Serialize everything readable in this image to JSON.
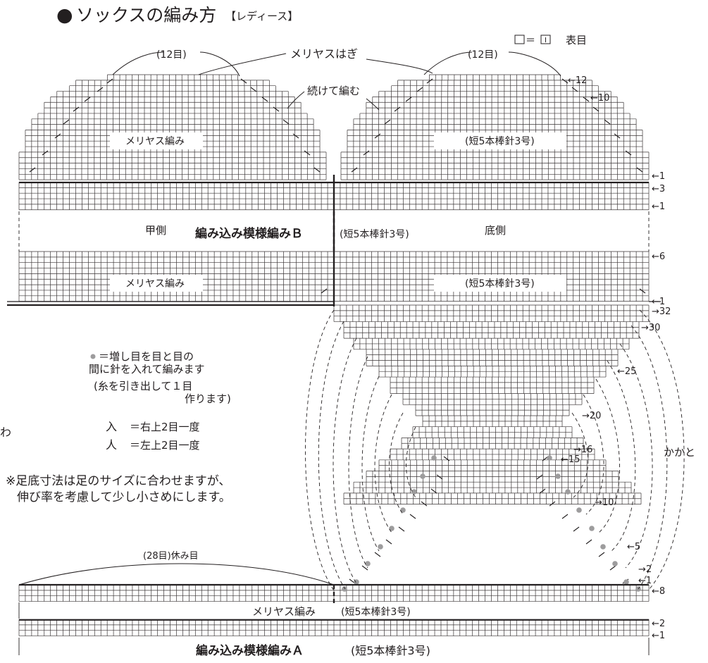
{
  "title": {
    "bullet": "●",
    "main": "ソックスの編み方",
    "sub": "【レディース】"
  },
  "legend": {
    "symbol_text": "＝",
    "label": "表目"
  },
  "toe": {
    "left_count": "(12目)",
    "right_count": "(12目)",
    "join_label": "メリヤスはぎ",
    "continue_label": "続けて編む",
    "left_label": "メリヤス編み",
    "right_label": "(短5本棒針3号)",
    "row_labels": [
      "←12",
      "←10",
      "←1",
      "←3",
      "←1"
    ]
  },
  "foot": {
    "instep_label": "甲側",
    "pattern_label": "編み込み模様編みＢ",
    "needle_label": "(短5本棒針3号)",
    "sole_label": "底側",
    "row_labels": [
      "←6",
      "←1"
    ],
    "left_label": "メリヤス編み",
    "right_label": "(短5本棒針3号)"
  },
  "heel": {
    "label": "かかと",
    "row_labels": [
      "→32",
      "→30",
      "←25",
      "→20",
      "→16",
      "←15",
      "→10",
      "←5",
      "→2",
      "←1",
      "←8"
    ]
  },
  "notes": {
    "increase_mark": "●",
    "increase_lines": [
      "＝増し目を目と目の",
      "間に針を入れて編みます",
      "(糸を引き出して１目",
      "作ります)"
    ],
    "right_dec_symbol": "入",
    "right_dec_label": "＝右上2目一度",
    "left_dec_symbol": "人",
    "left_dec_label": "＝左上2目一度",
    "fragment": "わ",
    "sole_note": [
      "※足底寸法は足のサイズに合わせますが、",
      "伸び率を考慮して少し小さめにします。"
    ]
  },
  "cuff": {
    "rest_label": "(28目)休み目",
    "stockinette_label": "メリヤス編み",
    "needle_label": "(短5本棒針3号)",
    "row_labels": [
      "←2",
      "←1"
    ],
    "pattern_label": "編み込み模様編みＡ",
    "pattern_needle": "(短5本棒針3号)"
  },
  "colors": {
    "ink": "#231f20",
    "grid": "#3a3536",
    "dot": "#9d9c9d"
  },
  "icons": {
    "stitch_box": "knit-stitch-icon",
    "increase": "increase-dot-icon",
    "right_dec": "right-decrease-icon",
    "left_dec": "left-decrease-icon"
  }
}
